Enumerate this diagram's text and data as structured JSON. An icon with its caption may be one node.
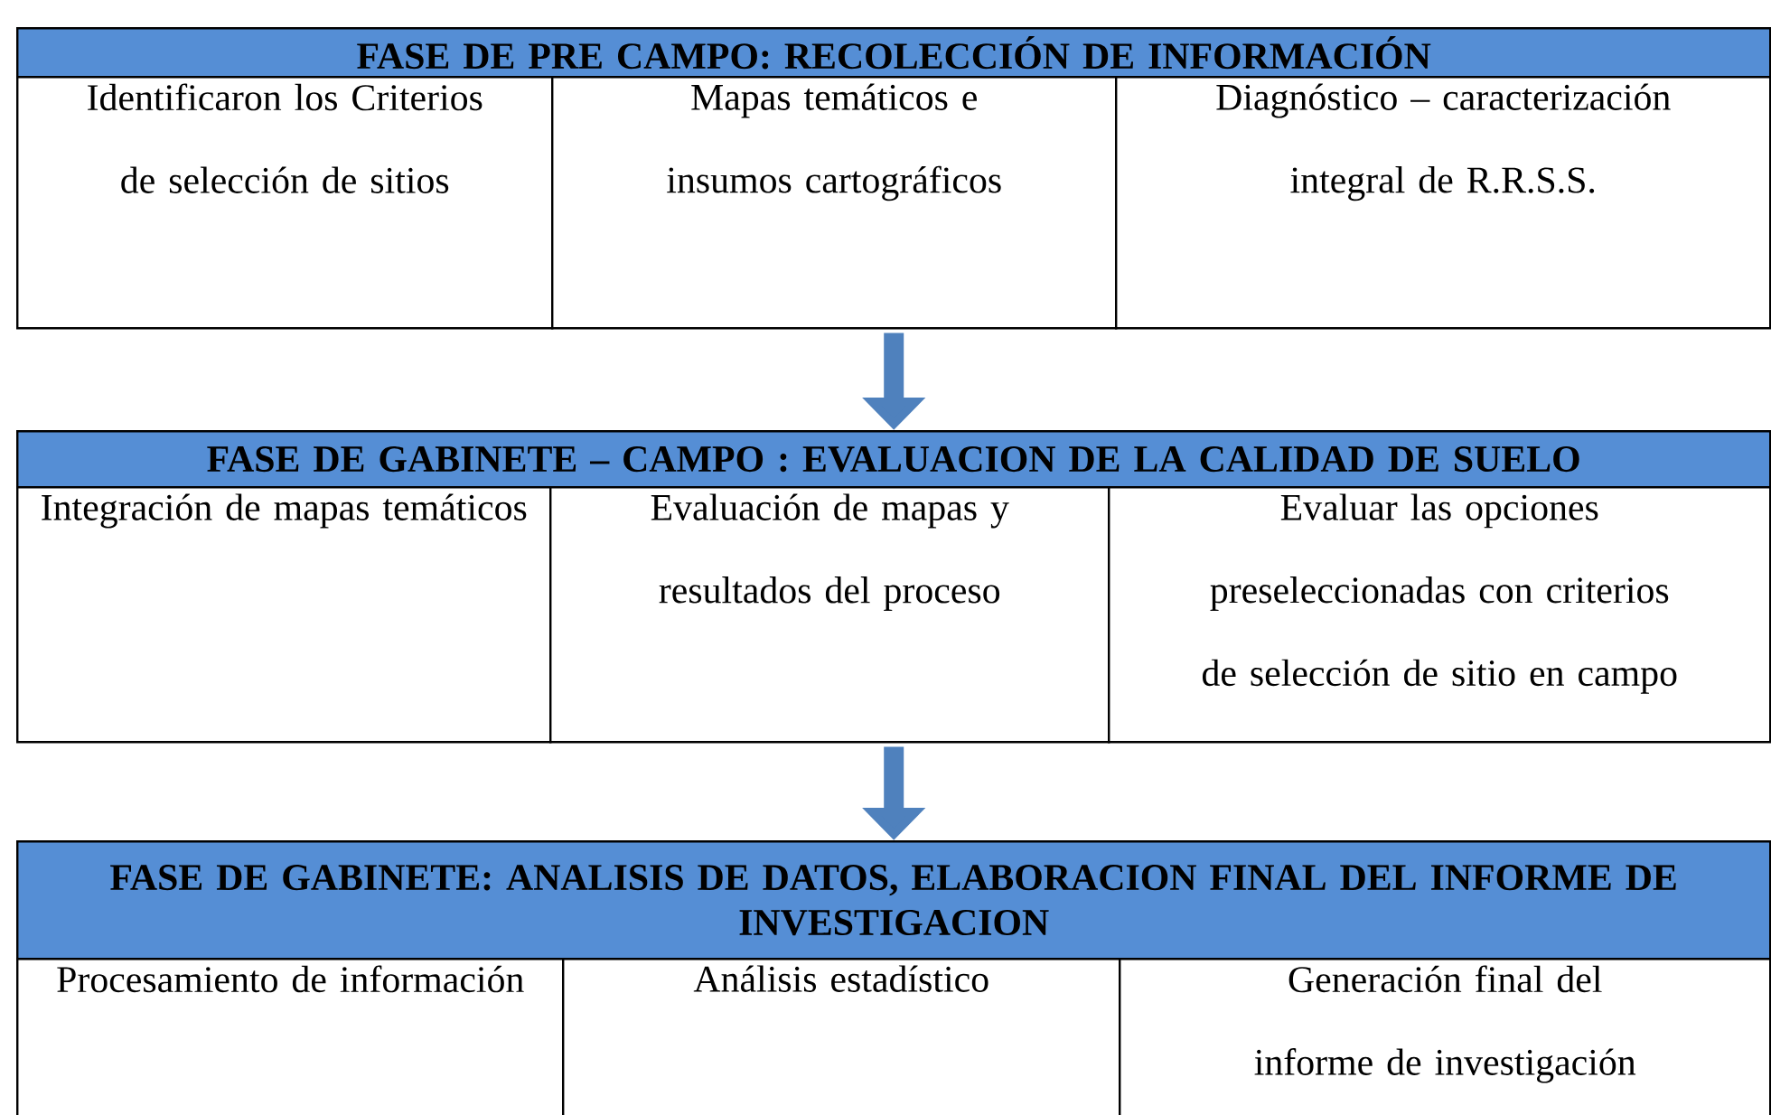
{
  "diagram": {
    "nodes": [
      {
        "text": [
          "FASE DE PRE CAMPO: RECOLECCIÓN DE INFORMACIÓN"
        ]
      },
      {
        "text": [
          "Identificaron los Criterios de selección de sitios"
        ]
      },
      {
        "text": [
          "Mapas temáticos e insumos cartográficos"
        ]
      },
      {
        "text": [
          "Diagnóstico – caracterización integral de R.R.S.S."
        ]
      },
      {
        "text": [
          "FASE DE GABINETE – CAMPO : EVALUACION DE LA CALIDAD DE SUELO"
        ]
      },
      {
        "text": [
          "Integración de mapas temáticos"
        ]
      },
      {
        "text": [
          "Evaluación de mapas  y resultados del proceso"
        ]
      },
      {
        "text": [
          "Evaluar las opciones preseleccionadas con criterios de selección de sitio en campo"
        ]
      },
      {
        "text": [
          "FASE DE GABINETE: ANALISIS DE DATOS, ELABORACION FINAL DEL INFORME DE INVESTIGACION"
        ]
      },
      {
        "text": [
          "Procesamiento de información"
        ]
      },
      {
        "text": [
          "Análisis estadístico"
        ]
      },
      {
        "text": [
          "Generación final del informe de investigación"
        ]
      }
    ],
    "edges": [
      {
        "from": 2,
        "to": 4,
        "arrow": "to"
      },
      {
        "from": 6,
        "to": 8,
        "arrow": "to"
      }
    ]
  }
}
